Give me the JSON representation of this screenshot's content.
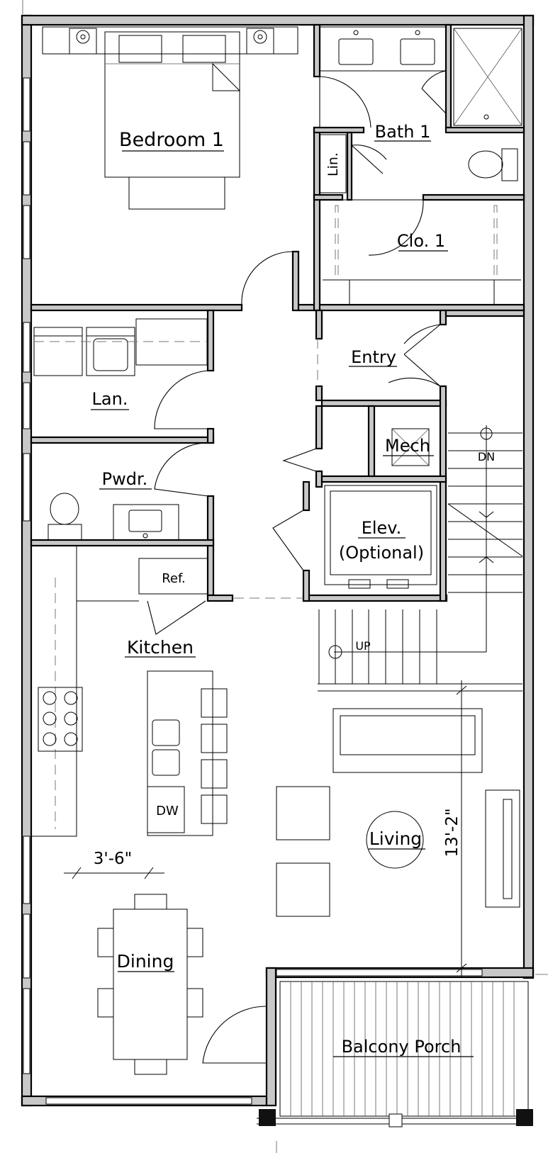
{
  "rooms": {
    "bedroom1": "Bedroom 1",
    "bath1": "Bath 1",
    "linen": "Lin.",
    "closet1": "Clo. 1",
    "laundry": "Lan.",
    "entry": "Entry",
    "mech": "Mech",
    "powder": "Pwdr.",
    "elevator_line1": "Elev.",
    "elevator_line2": "(Optional)",
    "kitchen": "Kitchen",
    "living": "Living",
    "dining": "Dining",
    "balcony": "Balcony Porch"
  },
  "fixtures": {
    "refrigerator": "Ref.",
    "dishwasher": "DW",
    "stair_down": "DN",
    "stair_up": "UP"
  },
  "dimensions": {
    "dining_horizontal": "3'-6\"",
    "living_vertical": "13'-2\""
  },
  "colors": {
    "wall_fill": "#c8c8c8",
    "line": "#000000",
    "background": "#ffffff"
  }
}
